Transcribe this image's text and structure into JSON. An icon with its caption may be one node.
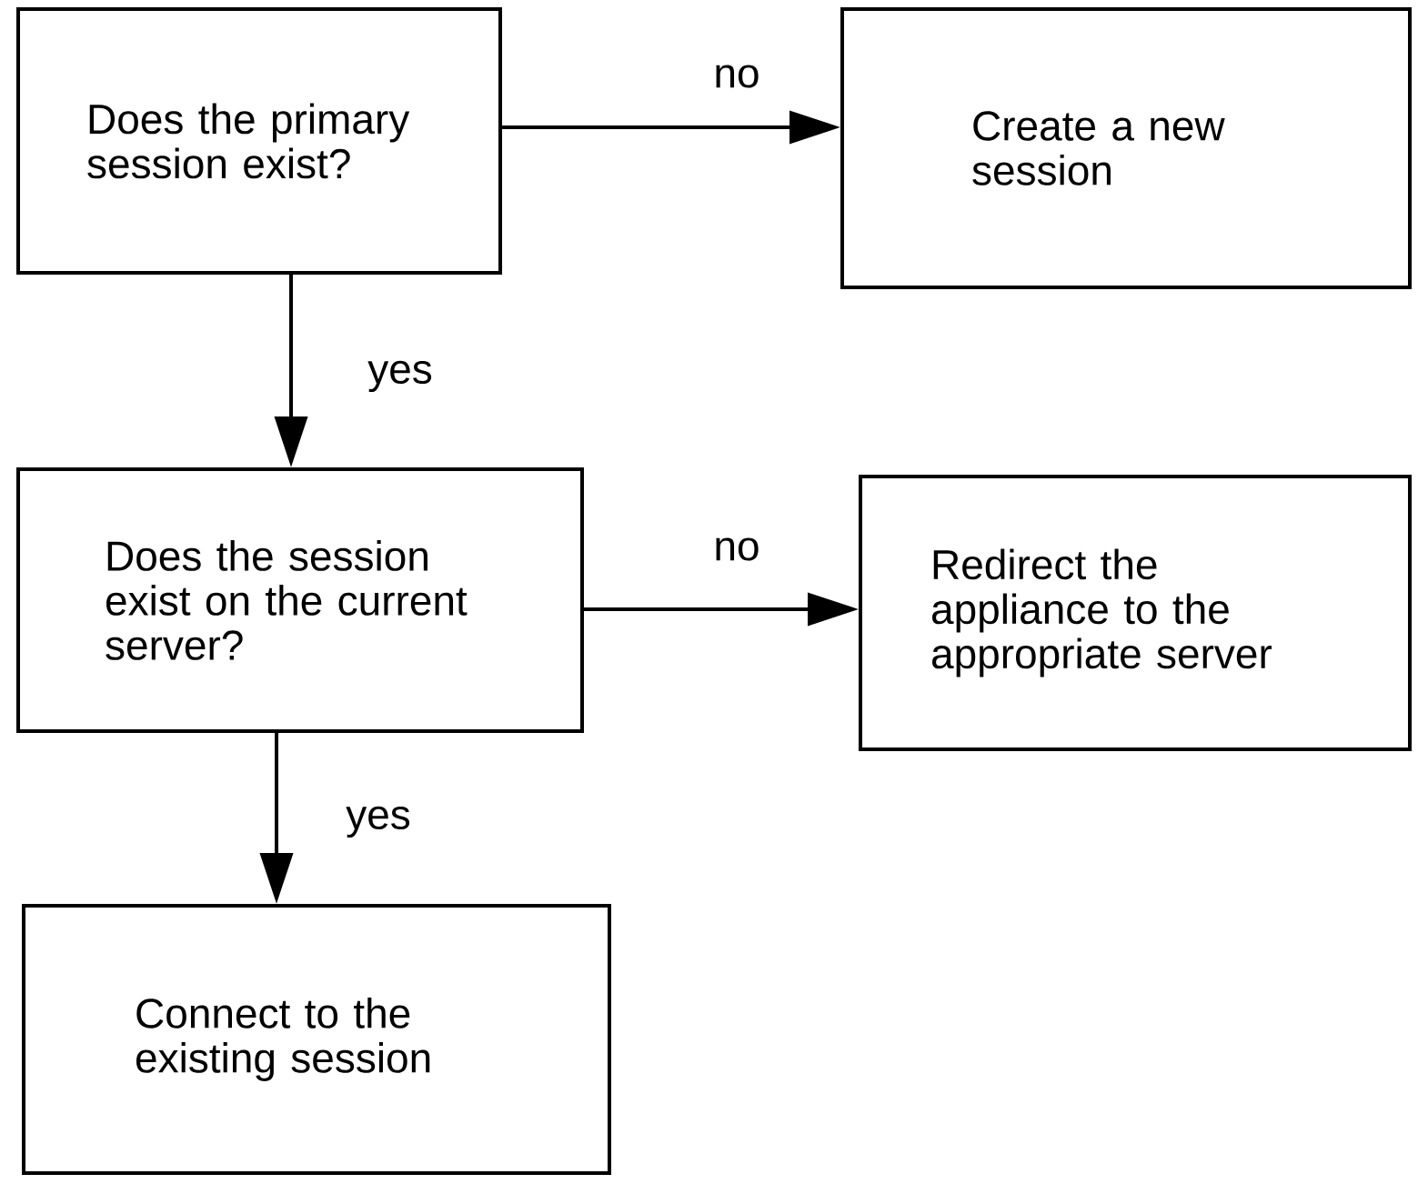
{
  "diagram": {
    "nodes": [
      {
        "text": [
          "Does the primary session exist?"
        ]
      },
      {
        "text": [
          "Create a new session"
        ]
      },
      {
        "text": [
          "Does the session exist on the current server?"
        ]
      },
      {
        "text": [
          "Redirect the appliance to the appropriate server"
        ]
      },
      {
        "text": [
          "Connect to the existing session"
        ]
      }
    ],
    "edges": [
      {
        "from": 0,
        "to": 1,
        "arrow": "to",
        "label": "no"
      },
      {
        "from": 0,
        "to": 2,
        "arrow": "to",
        "label": "yes"
      },
      {
        "from": 2,
        "to": 3,
        "arrow": "to",
        "label": "no"
      },
      {
        "from": 2,
        "to": 4,
        "arrow": "to",
        "label": "yes"
      }
    ]
  }
}
